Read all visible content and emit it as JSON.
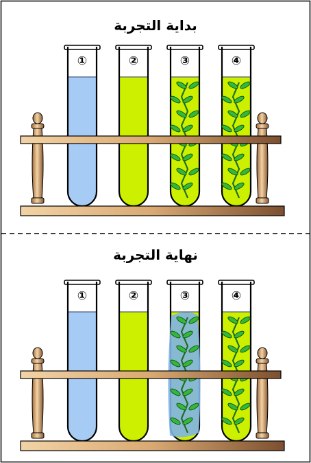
{
  "panels": [
    {
      "title": "بداية التجربة",
      "tubes": [
        {
          "label": "①",
          "liquid": "blue",
          "plant": false,
          "bubbles": false
        },
        {
          "label": "②",
          "liquid": "green",
          "plant": false,
          "bubbles": false
        },
        {
          "label": "③",
          "liquid": "green",
          "plant": true,
          "bubbles": false
        },
        {
          "label": "④",
          "liquid": "green",
          "plant": true,
          "bubbles": false
        }
      ]
    },
    {
      "title": "نهاية التجربة",
      "tubes": [
        {
          "label": "①",
          "liquid": "blue",
          "plant": false,
          "bubbles": false
        },
        {
          "label": "②",
          "liquid": "green",
          "plant": false,
          "bubbles": false
        },
        {
          "label": "③",
          "liquid": "green",
          "plant": true,
          "bubbles": true
        },
        {
          "label": "④",
          "liquid": "green",
          "plant": true,
          "bubbles": false
        }
      ]
    }
  ],
  "colors": {
    "blue_liquid": "#a6ccf5",
    "green_liquid": "#ccf000",
    "plant_leaf": "#35b83a",
    "plant_stem": "#1f6e1f",
    "blue_halo": "#7fb2e8",
    "wood_light": "#e8c79a",
    "wood_dark": "#8a5a34",
    "divider": "#000000"
  },
  "icons": [
    "test-tube-icon",
    "aquatic-plant-icon",
    "wooden-rack-icon"
  ]
}
